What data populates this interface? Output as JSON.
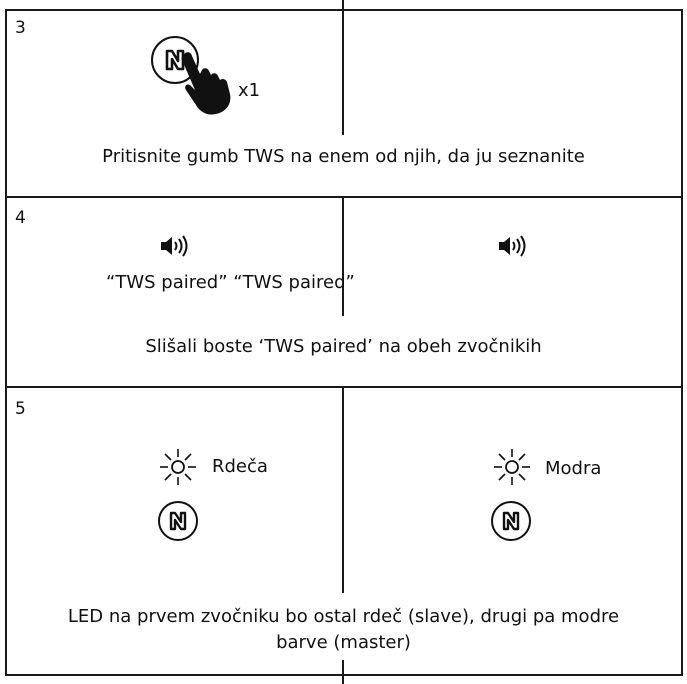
{
  "steps": [
    {
      "number": "3",
      "button_icon": "tws-button-icon",
      "hand_icon": "pointing-hand-icon",
      "press_count": "x1",
      "caption": "Pritisnite gumb TWS na enem od njih, da ju seznanite"
    },
    {
      "number": "4",
      "speaker_icon": "speaker-volume-icon",
      "voice_prompts": "“TWS paired” “TWS paired”",
      "caption": "Slišali boste ‘TWS paired’ na obeh zvočnikih"
    },
    {
      "number": "5",
      "led_icon": "led-light-icon",
      "led_left": "Rdeča",
      "led_right": "Modra",
      "caption_line1": "LED na prvem zvočniku bo ostal rdeč (slave), drugi pa modre",
      "caption_line2": "barve (master)"
    }
  ]
}
